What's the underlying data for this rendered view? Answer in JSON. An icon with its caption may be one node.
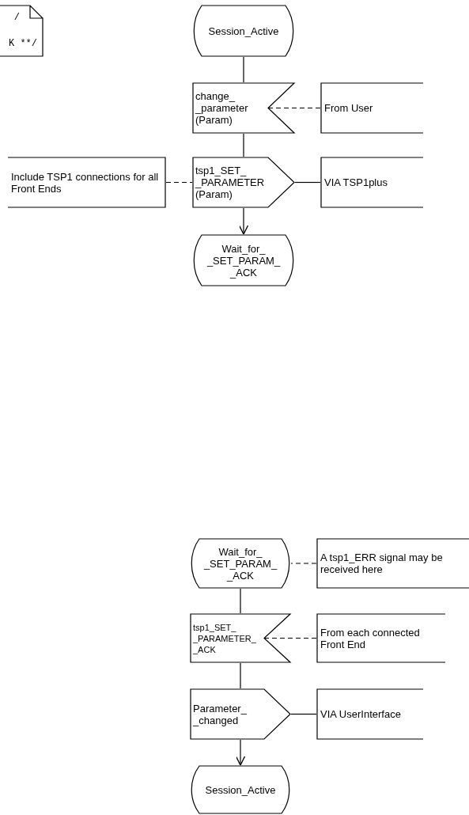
{
  "diagram": {
    "nodes": [
      {
        "text": [
          "/",
          "K **/"
        ]
      },
      {
        "text": [
          "Session_Active"
        ]
      },
      {
        "text": [
          "change_ _parameter (Param)"
        ]
      },
      {
        "text": [
          "From User"
        ]
      },
      {
        "text": [
          "Include TSP1 connections for all Front Ends"
        ]
      },
      {
        "text": [
          "tsp1_SET_ _PARAMETER (Param)"
        ]
      },
      {
        "text": [
          "VIA TSP1plus"
        ]
      },
      {
        "text": [
          "Wait_for_ _SET_PARAM_ _ACK"
        ]
      },
      {
        "text": [
          "Wait_for_ _SET_PARAM_ _ACK"
        ]
      },
      {
        "text": [
          "A tsp1_ERR signal may be received here"
        ]
      },
      {
        "text": [
          "tsp1_SET_ _PARAMETER_ _ACK"
        ]
      },
      {
        "text": [
          "From each connected Front End"
        ]
      },
      {
        "text": [
          "Parameter_ _changed"
        ]
      },
      {
        "text": [
          "VIA UserInterface"
        ]
      },
      {
        "text": [
          "Session_Active"
        ]
      }
    ],
    "edges": [
      {
        "from": 1,
        "to": 2,
        "arrow": "none"
      },
      {
        "from": 3,
        "to": 2,
        "arrow": "none",
        "style": "dashed"
      },
      {
        "from": 2,
        "to": 5,
        "arrow": "none"
      },
      {
        "from": 4,
        "to": 5,
        "arrow": "none",
        "style": "dashed"
      },
      {
        "from": 5,
        "to": 6,
        "arrow": "none"
      },
      {
        "from": 5,
        "to": 7,
        "arrow": "to"
      },
      {
        "from": 9,
        "to": 8,
        "arrow": "none",
        "style": "dashed"
      },
      {
        "from": 8,
        "to": 10,
        "arrow": "none"
      },
      {
        "from": 11,
        "to": 10,
        "arrow": "none",
        "style": "dashed"
      },
      {
        "from": 10,
        "to": 12,
        "arrow": "none"
      },
      {
        "from": 12,
        "to": 13,
        "arrow": "none"
      },
      {
        "from": 12,
        "to": 14,
        "arrow": "to"
      }
    ]
  }
}
